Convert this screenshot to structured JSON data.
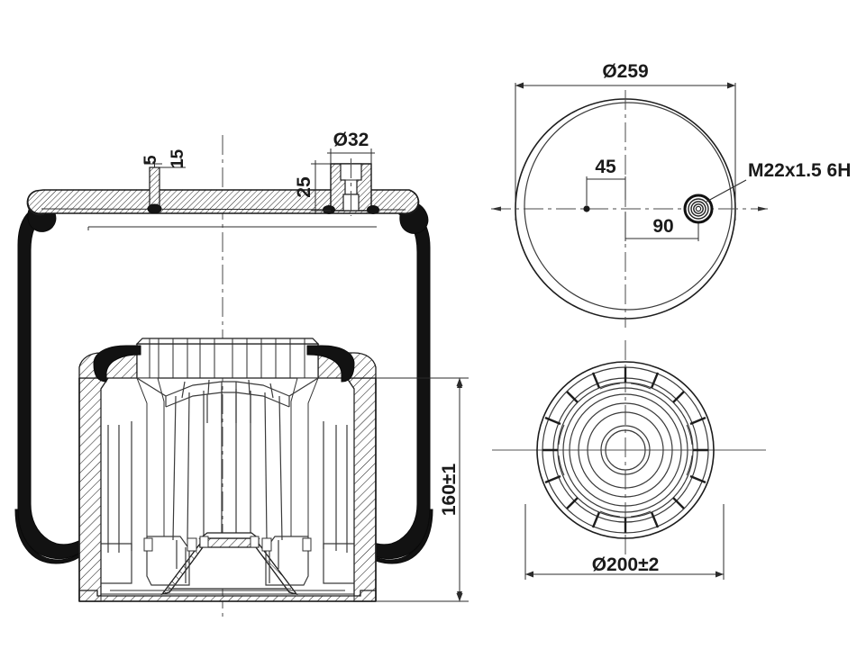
{
  "drawing": {
    "title": "Air Spring Assembly Technical Drawing",
    "type": "engineering-cross-section-drawing",
    "background_color": "#ffffff",
    "line_color": "#1d1d1d",
    "rubber_color": "#111111"
  },
  "views": {
    "section": {
      "name": "left-section-view",
      "description": "Vertical cross-section of rolling-lobe air spring with bellows, top plate and piston"
    },
    "top_plan": {
      "name": "top-plan-view",
      "description": "Top view circular cover plate with threaded air port"
    },
    "bottom_plan": {
      "name": "bottom-plan-view",
      "description": "Bottom view of ribbed piston base"
    }
  },
  "dimensions": {
    "bolt_hole_depth": "5",
    "bolt_hole_height": "15",
    "port_diameter": "Ø32",
    "port_height": "25",
    "piston_height": "160±1",
    "cover_diameter": "Ø259",
    "offset_45": "45",
    "offset_90": "90",
    "thread_spec": "M22x1.5 6H",
    "piston_diameter": "Ø200±2"
  }
}
